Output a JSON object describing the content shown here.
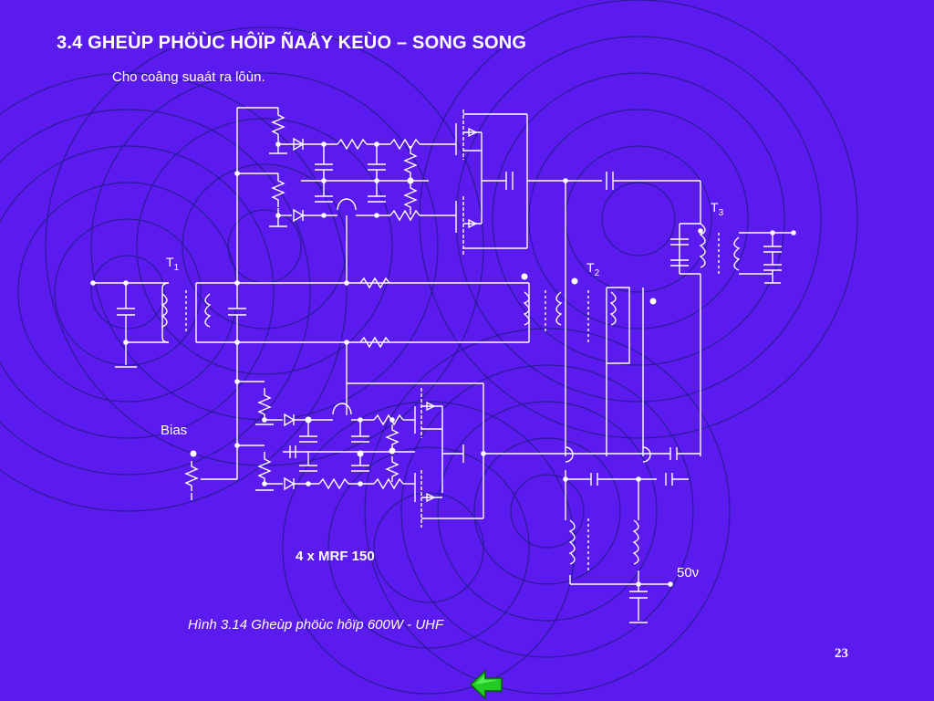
{
  "slide": {
    "title": "3.4 GHEÙP PHÖÙC HÔÏP ÑAÅY KEÙO – SONG SONG",
    "subtitle": "Cho coâng suaát ra lôùn.",
    "caption": "Hình 3.14 Gheùp phöùc hôïp 600W - UHF",
    "page_number": "23"
  },
  "diagram": {
    "labels": {
      "bias": "Bias",
      "t1": "T",
      "t1_sub": "1",
      "t2": "T",
      "t2_sub": "2",
      "t3": "T",
      "t3_sub": "3",
      "output_impedance": "50ν",
      "transistors": "4 x MRF 150"
    }
  },
  "navigation": {
    "back_icon": "green-left-arrow-icon"
  },
  "colors": {
    "background": "#5b1bef",
    "line": "#ffffff",
    "ring": "#2a1a9a",
    "arrow": "#22cc22"
  }
}
